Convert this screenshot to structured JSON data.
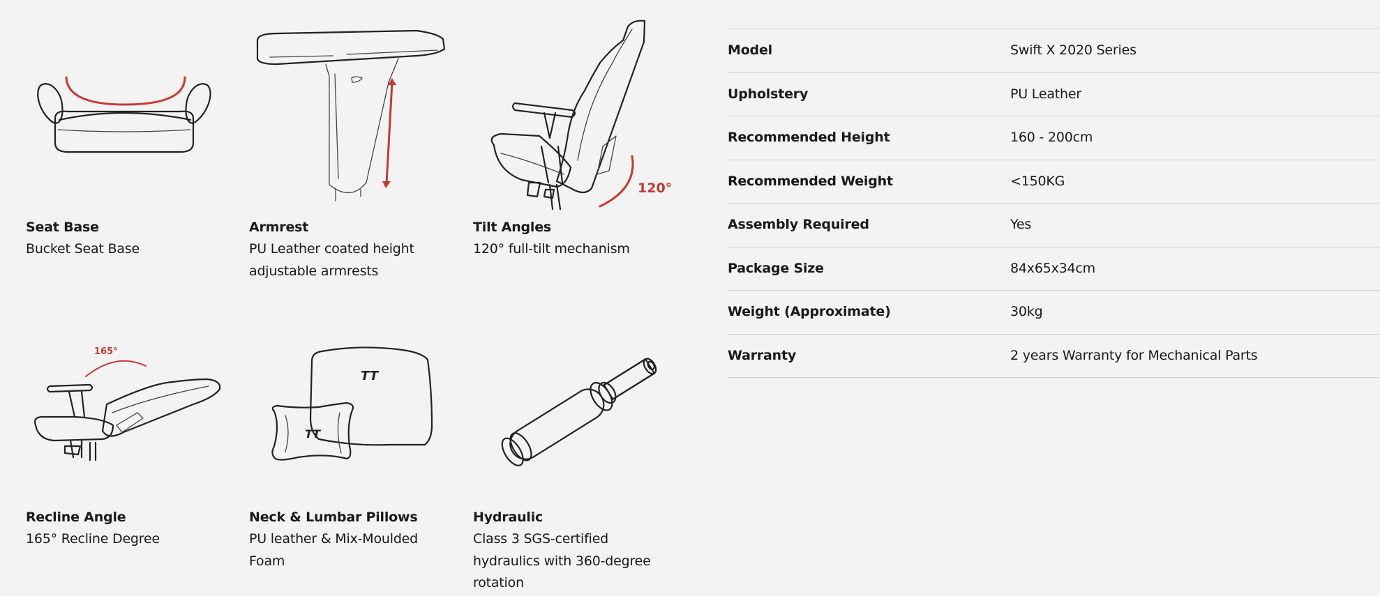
{
  "features": [
    {
      "title": "Seat Base",
      "desc": "Bucket Seat Base",
      "icon": "bucket-seat-icon"
    },
    {
      "title": "Armrest",
      "desc": "PU Leather coated height adjustable armrests",
      "icon": "armrest-icon"
    },
    {
      "title": "Tilt Angles",
      "desc": "120° full-tilt mechanism",
      "icon": "tilt-chair-icon",
      "angle_label": "120°"
    },
    {
      "title": "Recline Angle",
      "desc": "165° Recline Degree",
      "icon": "recline-chair-icon",
      "angle_label": "165°"
    },
    {
      "title": "Neck & Lumbar Pillows",
      "desc": "PU leather & Mix-Moulded Foam",
      "icon": "pillows-icon",
      "logo_text": "TT"
    },
    {
      "title": "Hydraulic",
      "desc": "Class 3 SGS-certified hydraulics with 360-degree rotation",
      "icon": "hydraulic-cylinder-icon"
    }
  ],
  "specs": [
    {
      "label": "Model",
      "value": "Swift X 2020 Series"
    },
    {
      "label": "Upholstery",
      "value": "PU Leather"
    },
    {
      "label": "Recommended Height",
      "value": "160 - 200cm"
    },
    {
      "label": "Recommended Weight",
      "value": "<150KG"
    },
    {
      "label": "Assembly Required",
      "value": "Yes"
    },
    {
      "label": "Package Size",
      "value": "84x65x34cm"
    },
    {
      "label": "Weight (Approximate)",
      "value": "30kg"
    },
    {
      "label": "Warranty",
      "value": "2 years Warranty for Mechanical Parts"
    }
  ],
  "colors": {
    "accent": "#c53a35",
    "background": "#f3f3f3",
    "text": "#1a1a1a",
    "divider": "#cfcfcf"
  }
}
